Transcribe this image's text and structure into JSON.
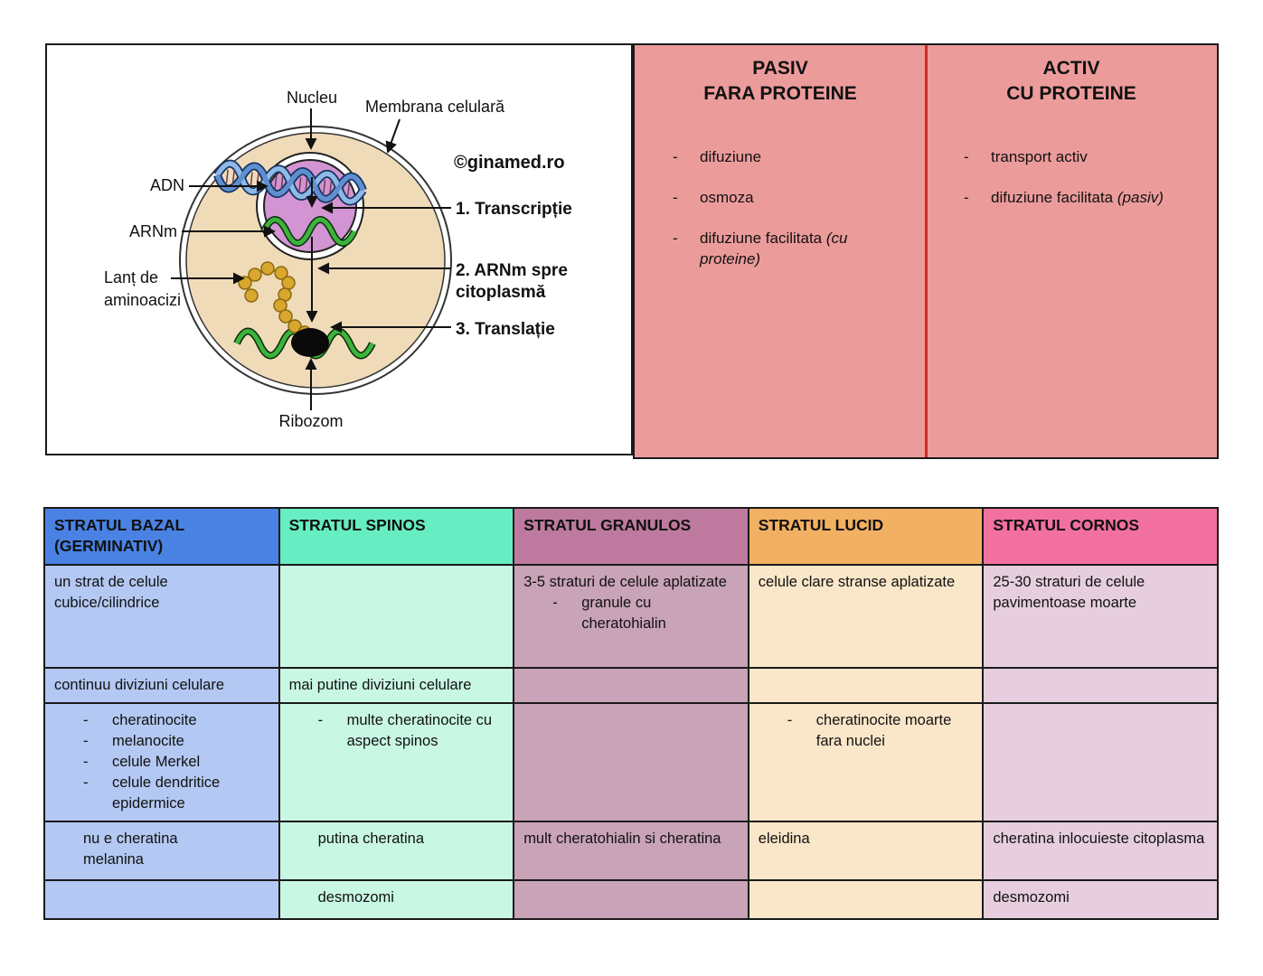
{
  "page": {
    "background": "#ffffff"
  },
  "diagram": {
    "watermark": "©ginamed.ro",
    "labels": {
      "nucleus": "Nucleu",
      "membrane": "Membrana celulară",
      "dna": "ADN",
      "mrna": "ARNm",
      "amino_chain_line1": "Lanț de",
      "amino_chain_line2": "aminoacizi",
      "ribosome": "Ribozom",
      "step1": "1. Transcripție",
      "step2_line1": "2. ARNm spre",
      "step2_line2": "citoplasmă",
      "step3": "3. Translație"
    },
    "colors": {
      "watermark_blue": "#1e9ce8",
      "cytoplasm": "#f0dbb9",
      "nucleus_fill": "#d294d2",
      "dna_blue_light": "#8fb9e8",
      "dna_blue_dark": "#5f8fd0",
      "mrna_green": "#3cb43c",
      "chain_gold": "#d9a62e",
      "ribosome_black": "#0a0a0a"
    }
  },
  "transport_panel": {
    "bg": "#ec9b9b",
    "divider_color": "#d32821",
    "columns": [
      {
        "title_line1": "PASIV",
        "title_line2": "FARA PROTEINE",
        "items": [
          {
            "text": "difuziune"
          },
          {
            "text": "osmoza"
          },
          {
            "text": "difuziune facilitata ",
            "italic": "(cu proteine)"
          }
        ]
      },
      {
        "title_line1": "ACTIV",
        "title_line2": "CU PROTEINE",
        "items": [
          {
            "text": "transport activ"
          },
          {
            "text": "difuziune facilitata ",
            "italic": "(pasiv)"
          }
        ]
      }
    ],
    "dash": "-"
  },
  "strata_table": {
    "columns": [
      {
        "header": "STRATUL BAZAL\n(GERMINATIV)",
        "header_bg": "#4a82e4",
        "body_bg": "#b3c8f2"
      },
      {
        "header": "STRATUL SPINOS",
        "header_bg": "#66edc2",
        "body_bg": "#c8f7e4"
      },
      {
        "header": "STRATUL GRANULOS",
        "header_bg": "#bd7a9e",
        "body_bg": "#c9a3b8"
      },
      {
        "header": "STRATUL LUCID",
        "header_bg": "#f2b062",
        "body_bg": "#fae6c8"
      },
      {
        "header": "STRATUL CORNOS",
        "header_bg": "#f2709f",
        "body_bg": "#e6cede"
      }
    ],
    "rows": [
      [
        {
          "text": "un strat de celule cubice/cilindrice"
        },
        {},
        {
          "text": "3-5 straturi de celule aplatizate",
          "bullets": [
            "granule cu cheratohialin"
          ]
        },
        {
          "text": "celule clare stranse aplatizate"
        },
        {
          "text": "25-30 straturi de celule pavimentoase moarte"
        }
      ],
      [
        {
          "text": "continuu diviziuni celulare"
        },
        {
          "text": "mai putine diviziuni celulare"
        },
        {},
        {},
        {}
      ],
      [
        {
          "bullets": [
            "cheratinocite",
            "melanocite",
            "celule Merkel",
            "celule dendritice epidermice"
          ]
        },
        {
          "bullets": [
            "multe cheratinocite cu aspect spinos"
          ]
        },
        {},
        {
          "bullets": [
            "cheratinocite moarte fara nuclei"
          ]
        },
        {}
      ],
      [
        {
          "text": "nu e cheratina\nmelanina",
          "indent": true
        },
        {
          "text": "putina cheratina",
          "indent": true
        },
        {
          "text": "mult cheratohialin si cheratina"
        },
        {
          "text": "eleidina"
        },
        {
          "text": "cheratina inlocuieste citoplasma"
        }
      ],
      [
        {},
        {
          "text": "desmozomi",
          "indent": true
        },
        {},
        {},
        {
          "text": "desmozomi"
        }
      ]
    ],
    "dash": "-"
  }
}
